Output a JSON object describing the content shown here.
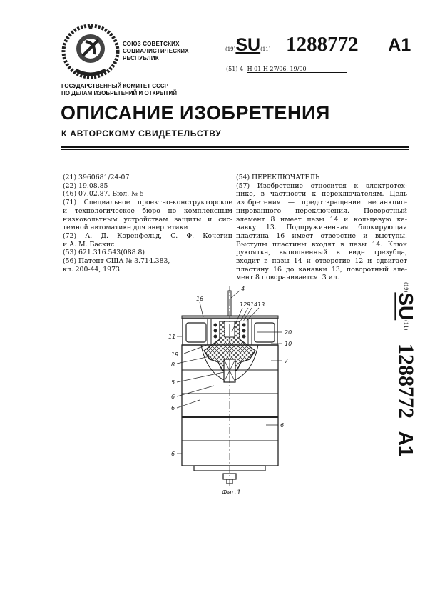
{
  "header": {
    "state_lines": [
      "СОЮЗ СОВЕТСКИХ",
      "СОЦИАЛИСТИЧЕСКИХ",
      "РЕСПУБЛИК"
    ],
    "code_19": "(19)",
    "country": "SU",
    "code_11": "(11)",
    "patent_number": "1288772",
    "kind": "A1",
    "ipc_code_label": "(51) 4",
    "ipc": "Н 01 Н 27/06, 19/00",
    "committee_lines": [
      "ГОСУДАРСТВЕННЫЙ КОМИТЕТ СССР",
      "ПО ДЕЛАМ ИЗОБРЕТЕНИЙ И ОТКРЫТИЙ"
    ],
    "emblem": "ussr-state-emblem"
  },
  "title": "ОПИСАНИЕ ИЗОБРЕТЕНИЯ",
  "subtitle": "К АВТОРСКОМУ СВИДЕТЕЛЬСТВУ",
  "bibliography": [
    "(21) 3960681/24-07",
    "(22) 19.08.85",
    "(46) 07.02.87. Бюл. № 5",
    "(71) Специальное проектно-конструкторское",
    "и технологическое бюро по комплексным",
    "низковольтным устройствам защиты и сис-",
    "темной автоматике для энергетики",
    "(72) А. Д. Коренфельд, С. Ф. Кочегин",
    "и А. М. Баскис",
    "(53) 621.316.543(088.8)",
    "(56) Патент США № 3.714.383,",
    "кл. 200-44, 1973."
  ],
  "abstract": [
    "(54) ПЕРЕКЛЮЧАТЕЛЬ",
    "(57) Изобретение относится к электротех-",
    "нике, в частности к переключателям. Цель",
    "изобретения — предотвращение несанкцио-",
    "нированного переключения. Поворотный",
    "элемент 8 имеет пазы 14 и кольцевую ка-",
    "навку 13. Подпружиненная блокирующая",
    "пластина 16 имеет отверстие и выступы.",
    "Выступы пластины входят в пазы 14. Ключ",
    "рукоятка, выполненный в виде трезубца,",
    "входит в пазы 14 и отверстие 12 и сдвигает",
    "пластину 16 до канавки 13, поворотный эле-",
    "мент 8 поворачивается. 3 ил."
  ],
  "figure": {
    "labels": {
      "l4": "4",
      "l16": "16",
      "l12": "12",
      "l9": "9",
      "l14": "14",
      "l13": "13",
      "l11": "11",
      "l20": "20",
      "l10": "10",
      "l19": "19",
      "l8": "8",
      "l7": "7",
      "l5": "5",
      "l6a": "6",
      "l6b": "6",
      "l6c": "6",
      "l6d": "6"
    },
    "caption": "Фиг.1"
  },
  "side": {
    "code_19": "(19)",
    "country": "SU",
    "code_11": "(11)",
    "patent_number": "1288772",
    "kind": "A1"
  }
}
